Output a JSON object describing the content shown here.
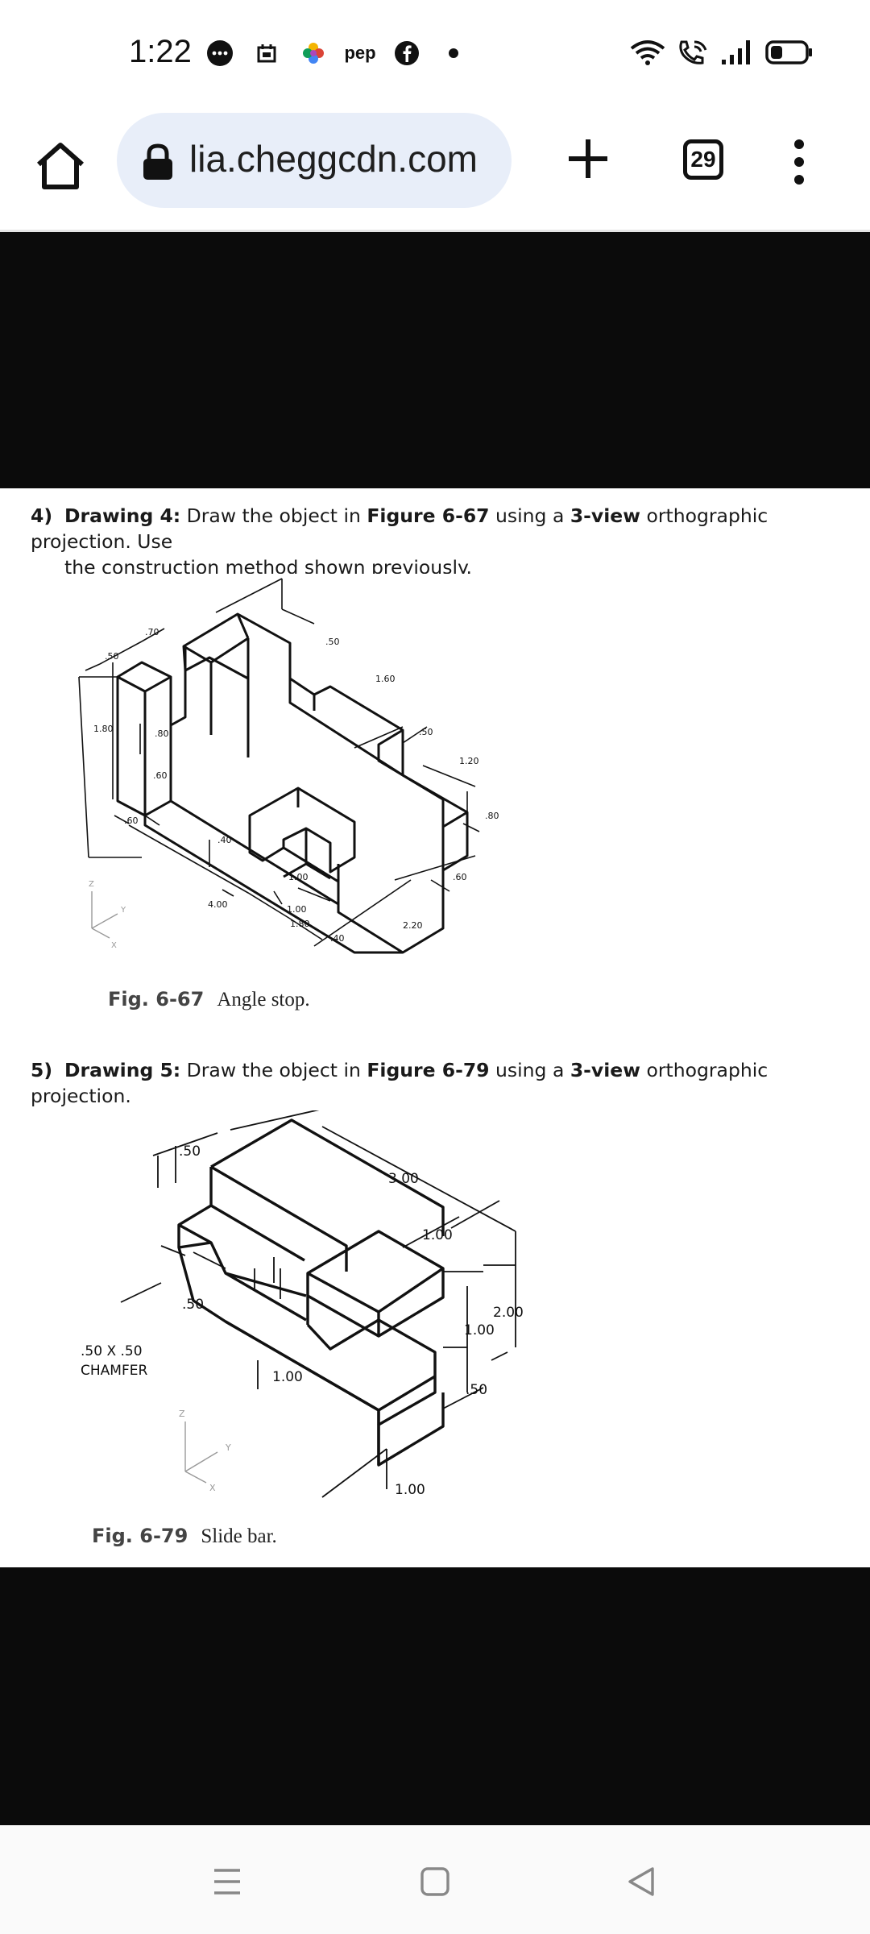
{
  "status_bar": {
    "time": "1:22",
    "notification_icons": [
      "chat-bubble-icon",
      "calendar-icon",
      "pinwheel-icon",
      "pep-icon",
      "facebook-icon",
      "dot-icon"
    ],
    "pep_label": "pep",
    "right_icons": [
      "wifi-icon",
      "wifi-call-icon",
      "signal-icon",
      "battery-icon"
    ]
  },
  "browser": {
    "url": "lia.cheggcdn.com",
    "tab_count": "29"
  },
  "question4": {
    "number": "4)",
    "label": "Drawing 4:",
    "text_a": " Draw the object in ",
    "figure_ref": "Figure 6-67",
    "text_b": " using a ",
    "view": "3-view",
    "text_c": " orthographic projection.  Use",
    "text_d": "the construction method shown previously."
  },
  "figure67": {
    "number": "Fig. 6-67",
    "title": "Angle stop.",
    "dims": {
      "d70": ".70",
      "d50a": ".50",
      "d50b": ".50",
      "d160": "1.60",
      "d50c": ".50",
      "d120": "1.20",
      "d180": "1.80",
      "d80a": ".80",
      "d60a": ".60",
      "d60b": ".60",
      "d40a": ".40",
      "d80b": ".80",
      "d100a": "1.00",
      "d400": "4.00",
      "d100b": "1.00",
      "d180b": "1.80",
      "d40b": ".40",
      "d60c": ".60",
      "d220": "2.20"
    },
    "axes": {
      "z": "Z",
      "y": "Y",
      "x": "X"
    }
  },
  "question5": {
    "number": "5)",
    "label": "Drawing 5:",
    "text_a": " Draw the object in ",
    "figure_ref": "Figure 6-79",
    "text_b": " using a ",
    "view": "3-view",
    "text_c": " orthographic projection."
  },
  "figure79": {
    "number": "Fig. 6-79",
    "title": "Slide bar.",
    "dims": {
      "d50a": ".50",
      "d300": "3.00",
      "d100a": "1.00",
      "d50b": ".50",
      "d200": "2.00",
      "d100b": "1.00",
      "d50c": ".50",
      "d100c": "1.00",
      "d100d": "1.00"
    },
    "chamfer_line1": ".50 X .50",
    "chamfer_line2": "CHAMFER",
    "axes": {
      "z": "Z",
      "y": "Y",
      "x": "X"
    }
  },
  "nav": {
    "icons": [
      "recents-icon",
      "home-square-icon",
      "back-triangle-icon"
    ]
  }
}
